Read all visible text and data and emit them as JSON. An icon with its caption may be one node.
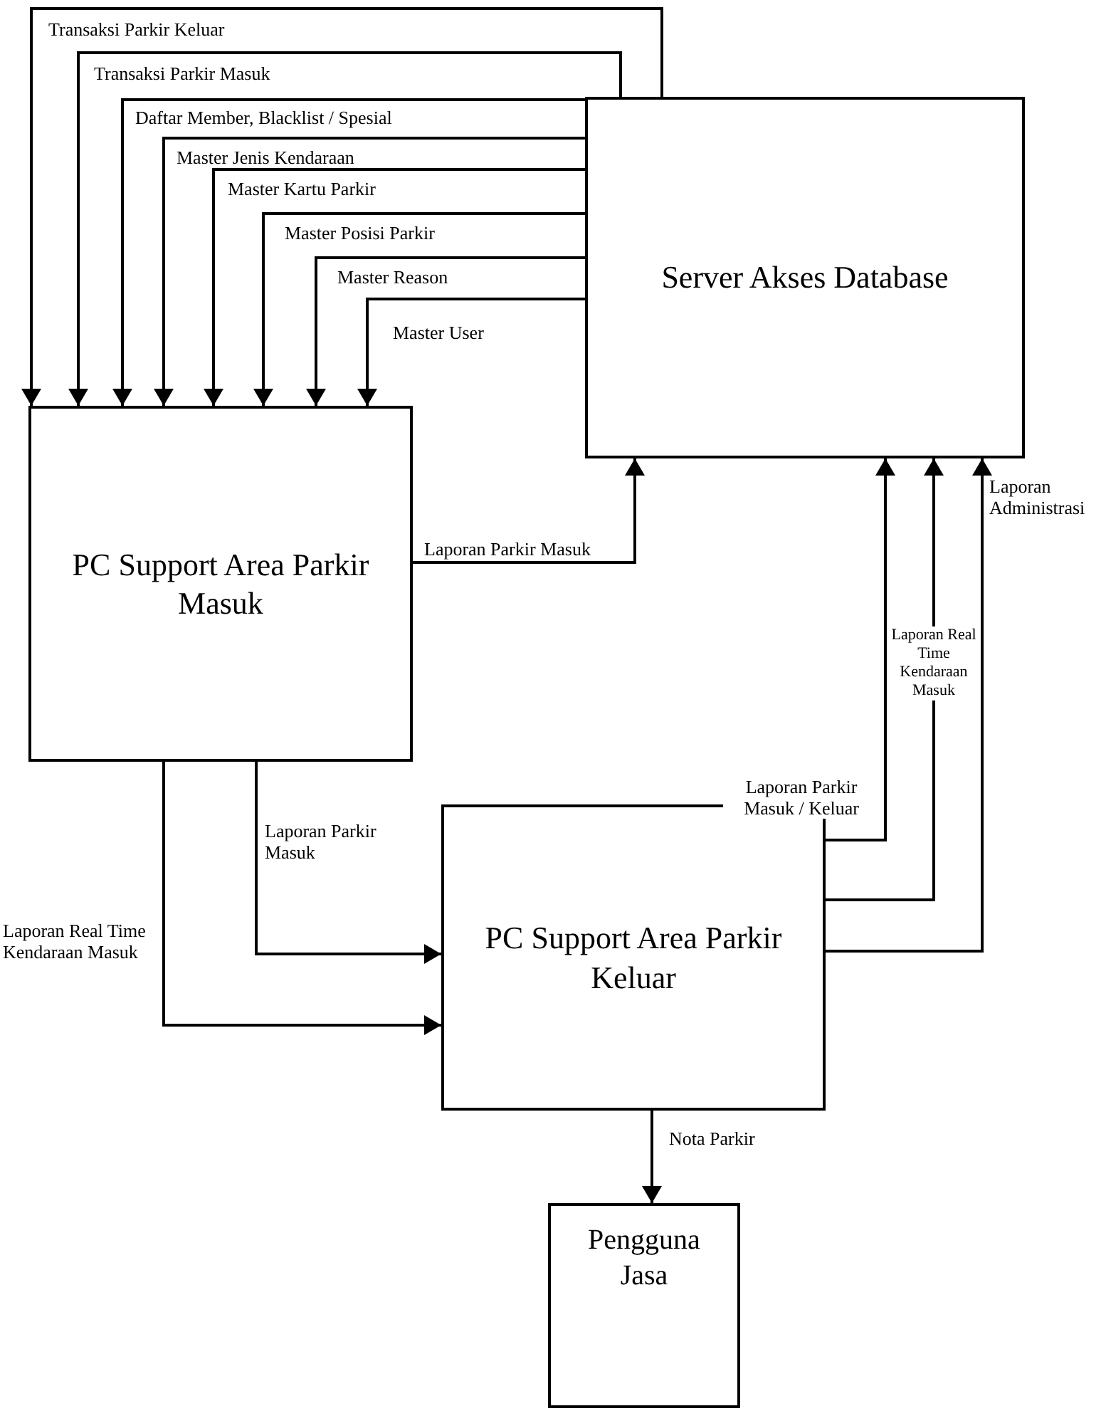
{
  "diagram": {
    "nodes": [
      {
        "text": [
          "Server Akses Database"
        ]
      },
      {
        "text": [
          "PC Support Area Parkir Masuk"
        ]
      },
      {
        "text": [
          "PC Support Area Parkir Keluar"
        ]
      },
      {
        "text": [
          "Pengguna Jasa"
        ]
      }
    ],
    "edges": [
      {
        "from": 0,
        "to": 1,
        "arrow": "to",
        "label": "Transaksi Parkir Keluar"
      },
      {
        "from": 0,
        "to": 1,
        "arrow": "to",
        "label": "Transaksi Parkir Masuk"
      },
      {
        "from": 0,
        "to": 1,
        "arrow": "to",
        "label": "Daftar Member, Blacklist / Spesial"
      },
      {
        "from": 0,
        "to": 1,
        "arrow": "to",
        "label": "Master Jenis Kendaraan"
      },
      {
        "from": 0,
        "to": 1,
        "arrow": "to",
        "label": "Master Kartu Parkir"
      },
      {
        "from": 0,
        "to": 1,
        "arrow": "to",
        "label": "Master Posisi Parkir"
      },
      {
        "from": 0,
        "to": 1,
        "arrow": "to",
        "label": "Master Reason"
      },
      {
        "from": 0,
        "to": 1,
        "arrow": "to",
        "label": "Master User"
      },
      {
        "from": 1,
        "to": 0,
        "arrow": "to",
        "label": "Laporan Parkir Masuk"
      },
      {
        "from": 2,
        "to": 0,
        "arrow": "to",
        "label": "Laporan Parkir Masuk / Keluar"
      },
      {
        "from": 2,
        "to": 0,
        "arrow": "to",
        "label": "Laporan Real Time Kendaraan Masuk"
      },
      {
        "from": 2,
        "to": 0,
        "arrow": "to",
        "label": "Laporan Administrasi"
      },
      {
        "from": 1,
        "to": 2,
        "arrow": "to",
        "label": "Laporan Parkir Masuk"
      },
      {
        "from": 1,
        "to": 2,
        "arrow": "to",
        "label": "Laporan Real Time Kendaraan Masuk"
      },
      {
        "from": 2,
        "to": 3,
        "arrow": "to",
        "label": "Nota Parkir"
      }
    ]
  }
}
